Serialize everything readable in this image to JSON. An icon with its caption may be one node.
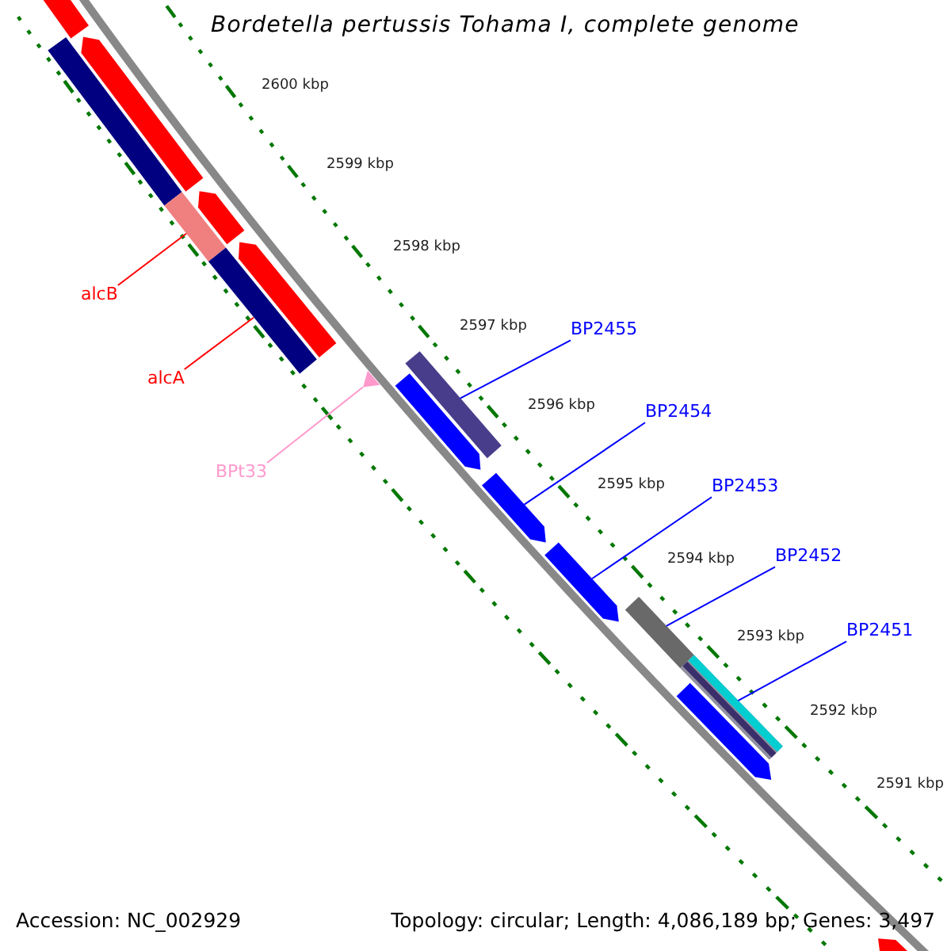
{
  "diagram": {
    "title": "Bordetella pertussis Tohama I, complete genome",
    "nodes": [
      {
        "text": [
          "alcB"
        ]
      },
      {
        "text": [
          "alcA"
        ]
      },
      {
        "text": [
          "BPt33"
        ]
      },
      {
        "text": [
          "BP2455"
        ]
      },
      {
        "text": [
          "BP2454"
        ]
      },
      {
        "text": [
          "BP2453"
        ]
      },
      {
        "text": [
          "BP2452"
        ]
      },
      {
        "text": [
          "BP2451"
        ]
      },
      {
        "text": [],
        "shape": "arrow"
      },
      {
        "text": [],
        "shape": "bar"
      },
      {
        "text": [],
        "shape": "arrow"
      },
      {
        "text": [],
        "shape": "bar"
      },
      {
        "text": [],
        "shape": "arrow"
      },
      {
        "text": [],
        "shape": "bar"
      },
      {
        "text": [],
        "shape": "arrow"
      },
      {
        "text": [],
        "shape": "triangle"
      },
      {
        "text": [],
        "shape": "bar"
      },
      {
        "text": [],
        "shape": "arrow"
      },
      {
        "text": [],
        "shape": "arrow"
      },
      {
        "text": [],
        "shape": "arrow"
      },
      {
        "text": [],
        "shape": "bar"
      },
      {
        "text": [],
        "shape": "bar"
      },
      {
        "text": [],
        "shape": "arrow"
      },
      {
        "text": [],
        "shape": "arrow"
      }
    ],
    "edges": [
      {
        "from": 0,
        "to": 11,
        "arrow": "none",
        "color": "#ff0000"
      },
      {
        "from": 1,
        "to": 13,
        "arrow": "none",
        "color": "#ff0000"
      },
      {
        "from": 2,
        "to": 15,
        "arrow": "none",
        "color": "#ff99cc"
      },
      {
        "from": 3,
        "to": 16,
        "arrow": "none"
      },
      {
        "from": 4,
        "to": 18,
        "arrow": "none"
      },
      {
        "from": 5,
        "to": 19,
        "arrow": "none"
      },
      {
        "from": 6,
        "to": 20,
        "arrow": "none"
      },
      {
        "from": 7,
        "to": 21,
        "arrow": "none"
      }
    ],
    "labels": [
      "2600 kbp",
      "2599 kbp",
      "2598 kbp",
      "2597 kbp",
      "2596 kbp",
      "2595 kbp",
      "2594 kbp",
      "2593 kbp",
      "2592 kbp",
      "2591 kbp",
      "Accession: NC_002929",
      "Topology: circular; Length: 4,086,189 bp; Genes: 3,497"
    ]
  }
}
